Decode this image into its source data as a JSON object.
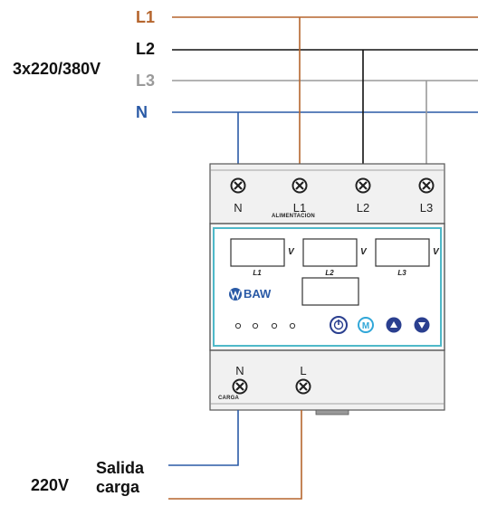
{
  "supply": {
    "voltage_label": "3x220/380V",
    "lines": [
      {
        "key": "L1",
        "label": "L1",
        "color": "#b5652d"
      },
      {
        "key": "L2",
        "label": "L2",
        "color": "#111111"
      },
      {
        "key": "L3",
        "label": "L3",
        "color": "#9a9a9a"
      },
      {
        "key": "N",
        "label": "N",
        "color": "#2a5aa6"
      }
    ]
  },
  "device": {
    "brand": "BAW",
    "input_terminals": [
      "N",
      "L1",
      "L2",
      "L3"
    ],
    "input_caption": "ALIMENTACION",
    "displays": [
      {
        "label": "L1",
        "unit": "V"
      },
      {
        "label": "L2",
        "unit": "V"
      },
      {
        "label": "L3",
        "unit": "V"
      }
    ],
    "buttons": [
      {
        "name": "power-button",
        "icon": "power-icon"
      },
      {
        "name": "mode-button",
        "label": "M"
      },
      {
        "name": "up-button",
        "icon": "up-arrow-icon"
      },
      {
        "name": "down-button",
        "icon": "down-arrow-icon"
      }
    ],
    "output_terminals": [
      "N",
      "L"
    ],
    "output_caption": "CARGA"
  },
  "output": {
    "voltage_label": "220V",
    "description_line1": "Salida",
    "description_line2": "carga"
  },
  "colors": {
    "accent_display": "#4fb9c9",
    "button_blue": "#2a3f8f",
    "button_light": "#31a7d8"
  }
}
